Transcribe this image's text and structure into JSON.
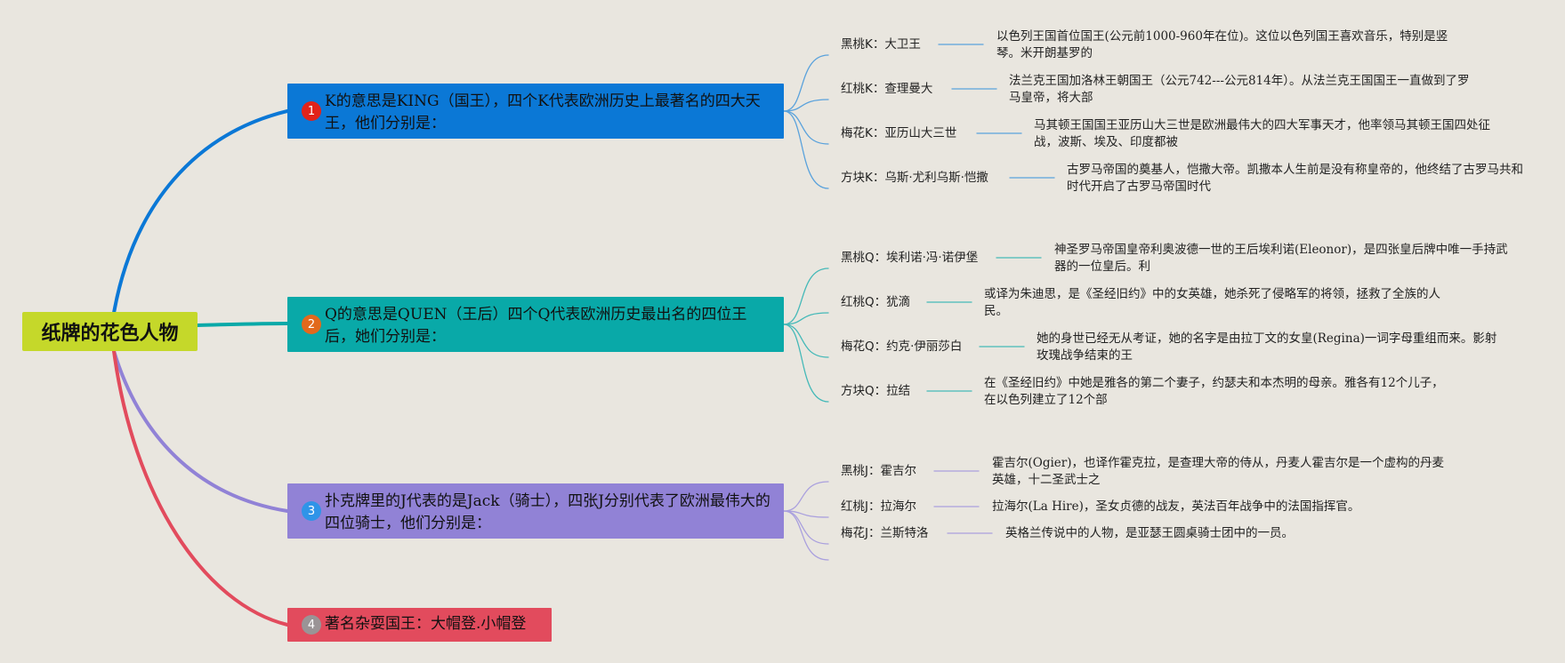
{
  "root": {
    "label": "纸牌的花色人物"
  },
  "topics": [
    {
      "num": "1",
      "color": "#0b78d6",
      "line": "#0b78d6",
      "leaf_line": "#5aa2dc",
      "label": "K的意思是KING（国王），四个K代表欧洲历史上最著名的四大天王，他们分别是：",
      "children": [
        {
          "label": "黑桃K：大卫王",
          "desc": "以色列王国首位国王(公元前1000-960年在位)。这位以色列国王喜欢音乐，特别是竖琴。米开朗基罗的"
        },
        {
          "label": "红桃K：查理曼大",
          "desc": "法兰克王国加洛林王朝国王（公元742---公元814年）。从法兰克王国国王一直做到了罗马皇帝，将大部"
        },
        {
          "label": "梅花K：亚历山大三世",
          "desc": "马其顿王国国王亚历山大三世是欧洲最伟大的四大军事天才，他率领马其顿王国四处征战，波斯、埃及、印度都被"
        },
        {
          "label": "方块K：乌斯·尤利乌斯·恺撒",
          "desc": "古罗马帝国的奠基人，恺撒大帝。凯撒本人生前是没有称皇帝的，他终结了古罗马共和时代开启了古罗马帝国时代"
        }
      ]
    },
    {
      "num": "2",
      "color": "#09a9a8",
      "line": "#09a9a8",
      "leaf_line": "#45b9b8",
      "label": "Q的意思是QUEN（王后）四个Q代表欧洲历史最出名的四位王后，她们分别是：",
      "children": [
        {
          "label": "黑桃Q：埃利诺·冯·诺伊堡",
          "desc": "神圣罗马帝国皇帝利奥波德一世的王后埃利诺(Eleonor)，是四张皇后牌中唯一手持武器的一位皇后。利"
        },
        {
          "label": "红桃Q：犹滴",
          "desc": "或译为朱迪思，是《圣经旧约》中的女英雄，她杀死了侵略军的将领，拯救了全族的人民。"
        },
        {
          "label": "梅花Q：约克·伊丽莎白",
          "desc": "她的身世已经无从考证，她的名字是由拉丁文的女皇(Regina)一词字母重组而来。影射玫瑰战争结束的王"
        },
        {
          "label": "方块Q：拉结",
          "desc": "在《圣经旧约》中她是雅各的第二个妻子，约瑟夫和本杰明的母亲。雅各有12个儿子，在以色列建立了12个部"
        }
      ]
    },
    {
      "num": "3",
      "color": "#9182d6",
      "line": "#9182d6",
      "leaf_line": "#aaa0de",
      "label": "扑克牌里的J代表的是Jack（骑士），四张J分别代表了欧洲最伟大的四位骑士，他们分别是：",
      "children": [
        {
          "label": "黑桃J：霍吉尔",
          "desc": "霍吉尔(Ogier)，也译作霍克拉，是查理大帝的侍从，丹麦人霍吉尔是一个虚构的丹麦英雄，十二圣武士之"
        },
        {
          "label": "红桃J：拉海尔",
          "desc": "拉海尔(La Hire)，圣女贞德的战友，英法百年战争中的法国指挥官。"
        },
        {
          "label": "梅花J：兰斯特洛",
          "desc": "英格兰传说中的人物，是亚瑟王圆桌骑士团中的一员。"
        }
      ]
    },
    {
      "num": "4",
      "color": "#e24b5d",
      "line": "#e24b5d",
      "label": "著名杂耍国王：大帽登.小帽登",
      "children": []
    }
  ]
}
